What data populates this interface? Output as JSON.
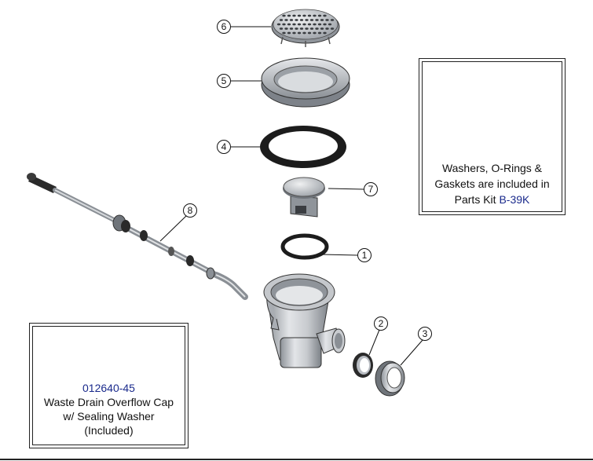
{
  "callouts": [
    {
      "id": "1",
      "label": "1"
    },
    {
      "id": "2",
      "label": "2"
    },
    {
      "id": "3",
      "label": "3"
    },
    {
      "id": "4",
      "label": "4"
    },
    {
      "id": "5",
      "label": "5"
    },
    {
      "id": "6",
      "label": "6"
    },
    {
      "id": "7",
      "label": "7"
    },
    {
      "id": "8",
      "label": "8"
    }
  ],
  "parts_kit": {
    "line1": "Washers, O-Rings &",
    "line2_prefix": "Gaskets are included in",
    "line3_prefix": "Parts Kit ",
    "kit_code": "B-39K"
  },
  "overflow_cap": {
    "part_code": "012640-45",
    "line1": "Waste Drain Overflow Cap",
    "line2": "w/ Sealing Washer",
    "line3": "(Included)"
  },
  "colors": {
    "part_code_blue": "#1a2a8c",
    "metal": "#b8bcc2",
    "rubber": "#1c1c1c"
  }
}
